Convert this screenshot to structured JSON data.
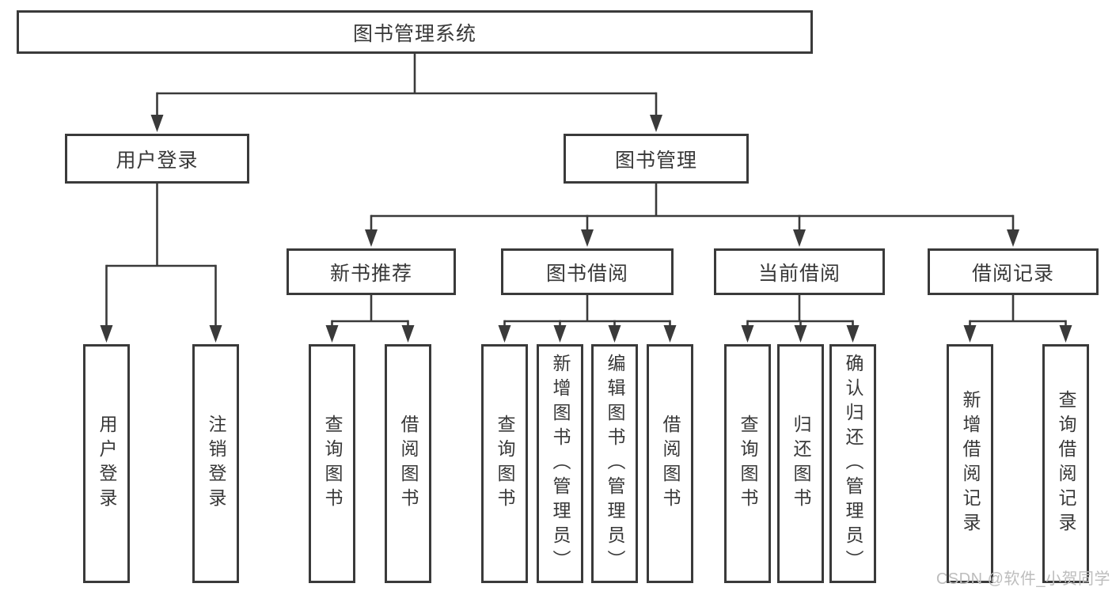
{
  "tree": {
    "root": {
      "label": "图书管理系统"
    },
    "level2": [
      {
        "label": "用户登录",
        "leaves": [
          "用户登录",
          "注销登录"
        ]
      },
      {
        "label": "图书管理",
        "sections": [
          {
            "label": "新书推荐",
            "leaves": [
              "查询图书",
              "借阅图书"
            ]
          },
          {
            "label": "图书借阅",
            "leaves": [
              "查询图书",
              "新增图书（管理员）",
              "编辑图书（管理员）",
              "借阅图书"
            ]
          },
          {
            "label": "当前借阅",
            "leaves": [
              "查询图书",
              "归还图书",
              "确认归还（管理员）"
            ]
          },
          {
            "label": "借阅记录",
            "leaves": [
              "新增借阅记录",
              "查询借阅记录"
            ]
          }
        ]
      }
    ]
  },
  "watermark": "CSDN @软件_小贺同学",
  "colors": {
    "line": "#3a3a3a",
    "text": "#383838",
    "watermark": "#bdbdbd",
    "background": "#ffffff"
  }
}
